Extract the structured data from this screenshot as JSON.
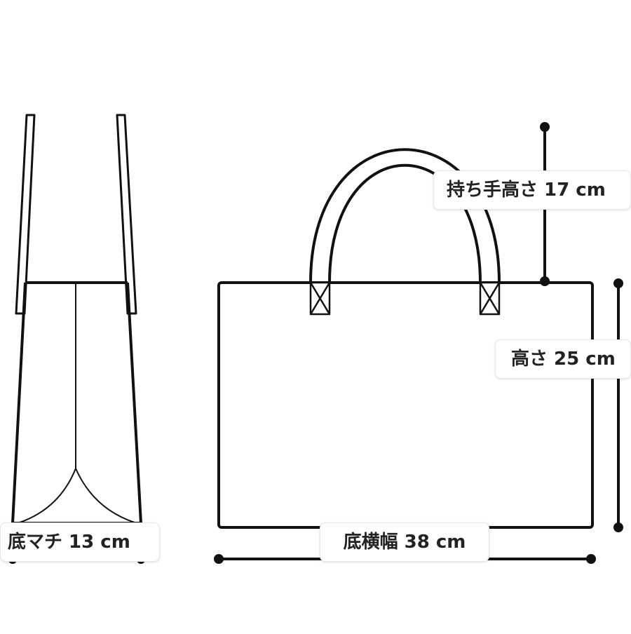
{
  "dimensions": {
    "handle_height": "持ち手高さ 17 cm",
    "body_height": "高さ 25 cm",
    "bottom_width": "底横幅 38 cm",
    "bottom_gusset": "底マチ 13 cm"
  },
  "colors": {
    "outline": "#111111",
    "label_border": "#e6e6e6",
    "text": "#222222"
  }
}
